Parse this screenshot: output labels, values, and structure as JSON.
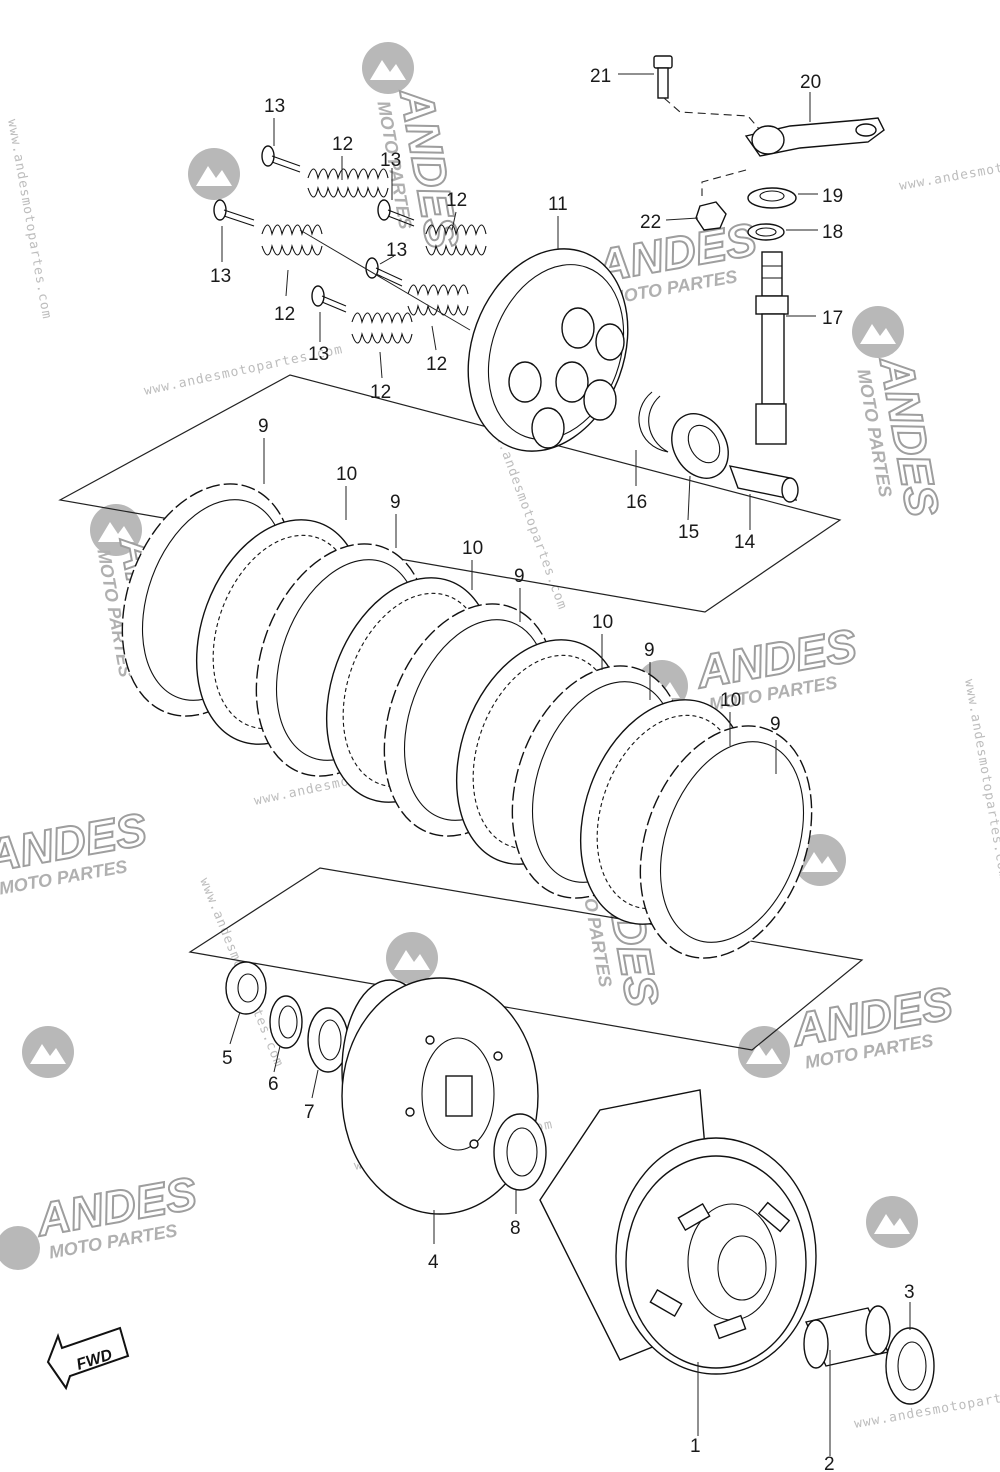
{
  "watermark": {
    "brand": "ANDES",
    "sub": "MOTO PARTES",
    "url": "www.andesmotopartes.com"
  },
  "fwd_label": "FWD",
  "callouts": [
    {
      "n": "1"
    },
    {
      "n": "2"
    },
    {
      "n": "3"
    },
    {
      "n": "4"
    },
    {
      "n": "5"
    },
    {
      "n": "6"
    },
    {
      "n": "7"
    },
    {
      "n": "8"
    },
    {
      "n": "9"
    },
    {
      "n": "9"
    },
    {
      "n": "9"
    },
    {
      "n": "9"
    },
    {
      "n": "9"
    },
    {
      "n": "10"
    },
    {
      "n": "10"
    },
    {
      "n": "10"
    },
    {
      "n": "10"
    },
    {
      "n": "11"
    },
    {
      "n": "12"
    },
    {
      "n": "12"
    },
    {
      "n": "12"
    },
    {
      "n": "12"
    },
    {
      "n": "12"
    },
    {
      "n": "13"
    },
    {
      "n": "13"
    },
    {
      "n": "13"
    },
    {
      "n": "13"
    },
    {
      "n": "13"
    },
    {
      "n": "14"
    },
    {
      "n": "15"
    },
    {
      "n": "16"
    },
    {
      "n": "17"
    },
    {
      "n": "18"
    },
    {
      "n": "19"
    },
    {
      "n": "20"
    },
    {
      "n": "21"
    },
    {
      "n": "22"
    }
  ]
}
